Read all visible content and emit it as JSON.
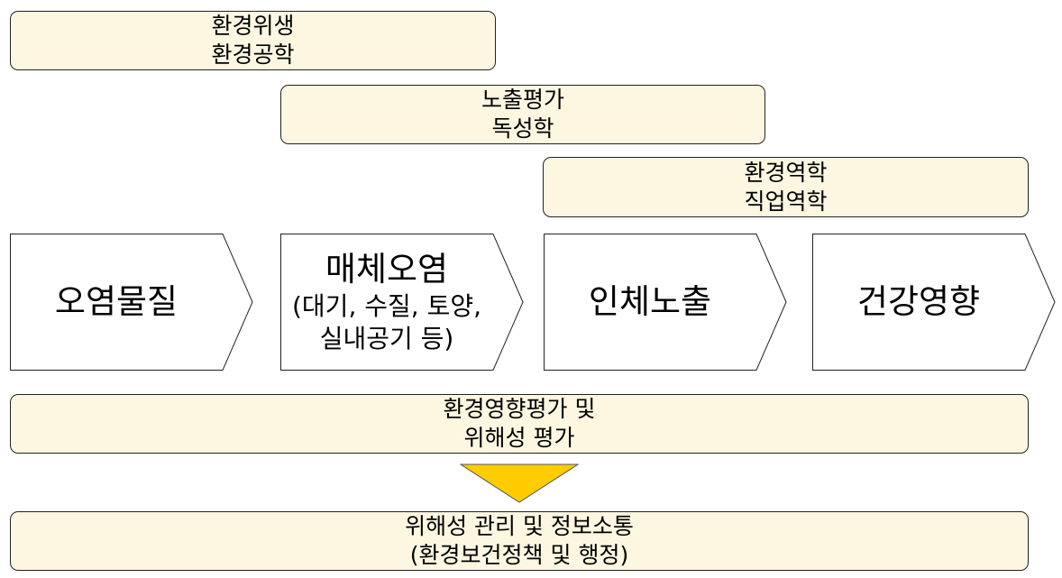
{
  "bands": {
    "hygiene": {
      "line1": "환경위생",
      "line2": "환경공학"
    },
    "exposure": {
      "line1": "노출평가",
      "line2": "독성학"
    },
    "epidemiology": {
      "line1": "환경역학",
      "line2": "직업역학"
    },
    "impact": {
      "line1": "환경영향평가 및",
      "line2": "위해성 평가"
    },
    "management": {
      "line1": "위해성 관리 및 정보소통",
      "line2": "(환경보건정책 및 행정)"
    }
  },
  "steps": {
    "pollutant": {
      "label": "오염물질"
    },
    "media": {
      "title": "매체오염",
      "detail1": "(대기, 수질, 토양,",
      "detail2": "실내공기 등)"
    },
    "body": {
      "label": "인체노출"
    },
    "health": {
      "label": "건강영향"
    }
  },
  "colors": {
    "band_fill": "#fdf7e1",
    "outline": "#222222",
    "arrow_fill": "#ffcc00"
  }
}
